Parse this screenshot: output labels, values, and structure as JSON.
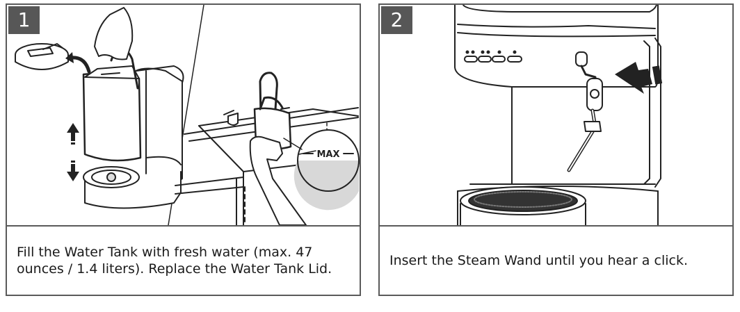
{
  "steps": [
    {
      "number": "1",
      "caption": "Fill the Water Tank with fresh water (max. 47 ounces / 1.4 liters). Replace the Water Tank Lid.",
      "max_label": "MAX"
    },
    {
      "number": "2",
      "caption": "Insert the Steam Wand until you hear a click."
    }
  ]
}
